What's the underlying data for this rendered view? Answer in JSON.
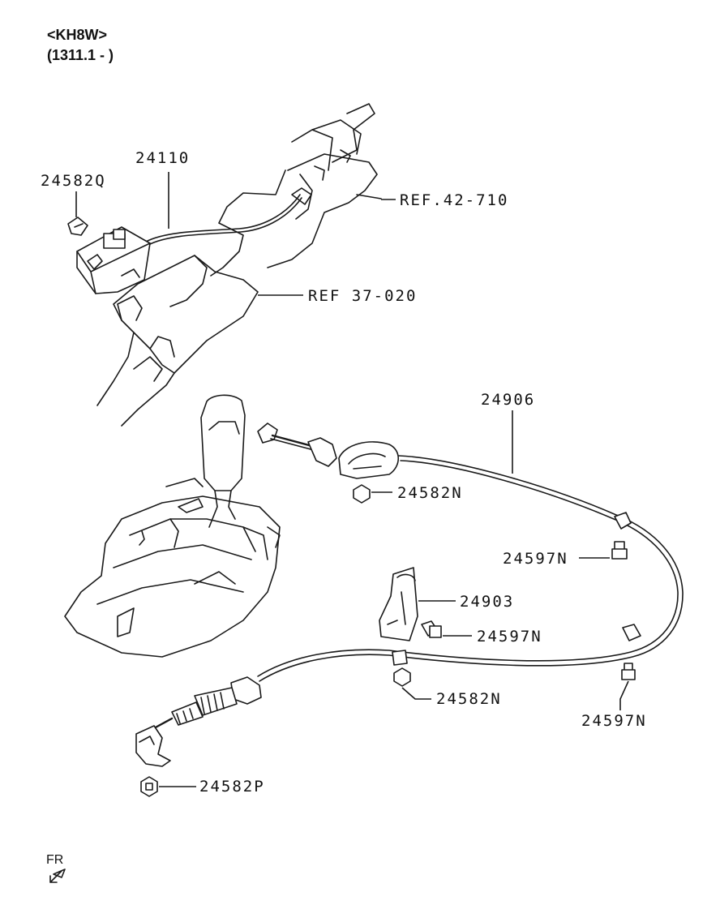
{
  "header": {
    "model": "<KH8W>",
    "date_range": "(1311.1 - )"
  },
  "callouts": {
    "p24110": "24110",
    "p24582q": "24582Q",
    "ref_42_710": "REF.42-710",
    "ref_37_020": "REF 37-020",
    "p24906": "24906",
    "p24582n_a": "24582N",
    "p24597n_a": "24597N",
    "p24903": "24903",
    "p24597n_b": "24597N",
    "p24582n_b": "24582N",
    "p24597n_c": "24597N",
    "p24582p": "24582P"
  },
  "orientation": {
    "label": "FR"
  }
}
